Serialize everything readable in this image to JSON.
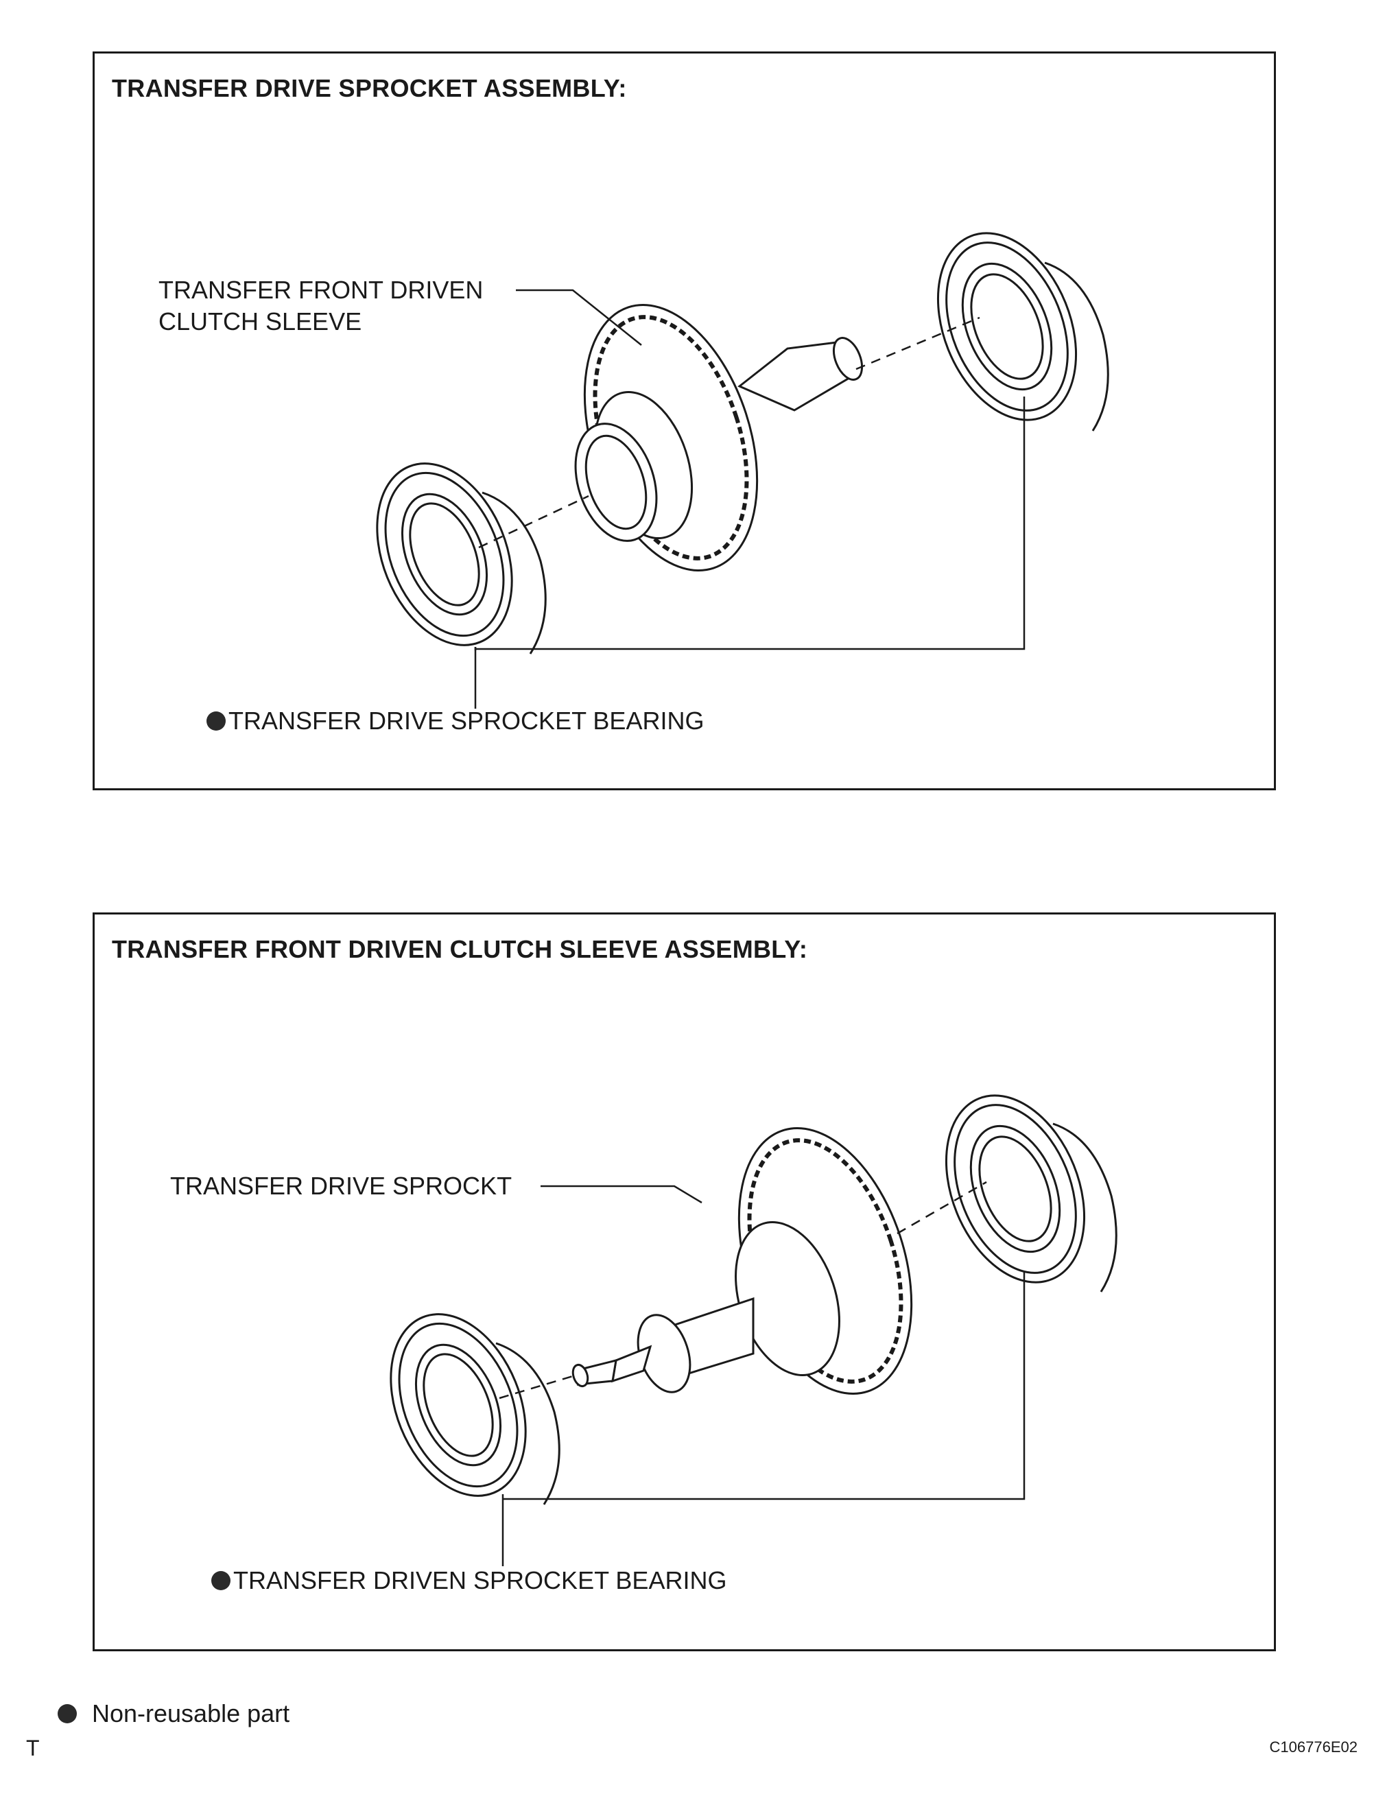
{
  "panels": [
    {
      "title": "TRANSFER DRIVE SPROCKET ASSEMBLY:",
      "part_label_line1": "TRANSFER FRONT DRIVEN",
      "part_label_line2": "CLUTCH SLEEVE",
      "bearing_label": "TRANSFER DRIVE SPROCKET BEARING"
    },
    {
      "title": "TRANSFER FRONT DRIVEN CLUTCH SLEEVE ASSEMBLY:",
      "part_label_line1": "TRANSFER DRIVE SPROCKT",
      "bearing_label": "TRANSFER DRIVEN SPROCKET BEARING"
    }
  ],
  "legend": {
    "text": "Non-reusable part"
  },
  "footer": {
    "page_marker": "T",
    "figure_code": "C106776E02"
  }
}
